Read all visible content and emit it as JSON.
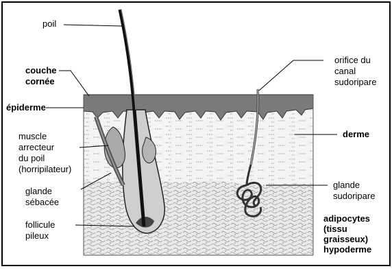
{
  "labels": {
    "poil": "poil",
    "couche_cornee": [
      "couche",
      "cornée"
    ],
    "epiderme": "épiderme",
    "muscle": [
      "muscle",
      "arrecteur",
      "du poil",
      "(horripilateur)"
    ],
    "glande_sebacee": [
      "glande",
      "sébacée"
    ],
    "follicule": [
      "follicule",
      "pileux"
    ],
    "orifice": [
      "orifice du",
      "canal",
      "sudoripare"
    ],
    "derme": "derme",
    "glande_sudoripare": [
      "glande",
      "sudoripare"
    ],
    "adipocytes": [
      "adipocytes",
      "(tissu",
      "graisseux)",
      "hypoderme"
    ]
  },
  "colors": {
    "epidermis": "#7a7a7a",
    "dermis": "#f2f2f2",
    "hypodermis": "#e2e2e2",
    "border": "#000000"
  }
}
